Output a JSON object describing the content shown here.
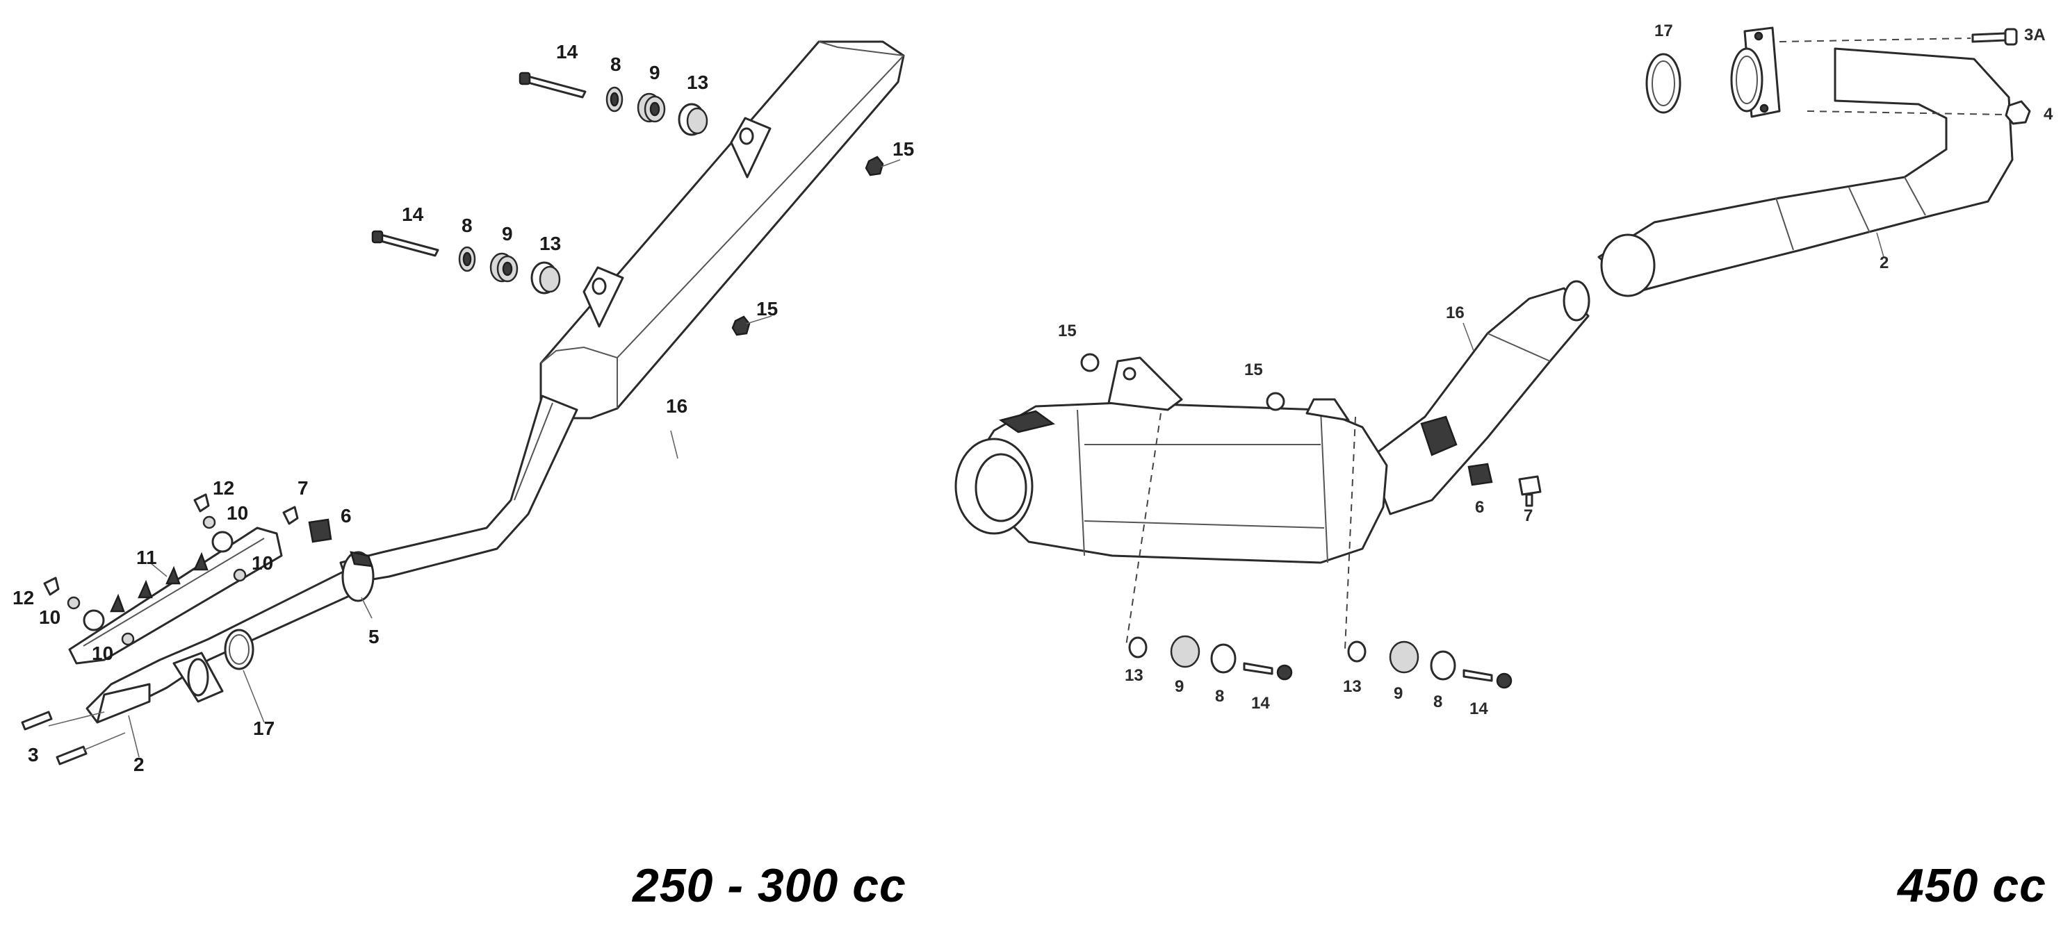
{
  "labels": {
    "left_model": "250 - 300 cc",
    "right_model": "450 cc"
  },
  "left_callouts": [
    {
      "id": "l14a",
      "text": "14"
    },
    {
      "id": "l8a",
      "text": "8"
    },
    {
      "id": "l9a",
      "text": "9"
    },
    {
      "id": "l13a",
      "text": "13"
    },
    {
      "id": "l15a",
      "text": "15"
    },
    {
      "id": "l14b",
      "text": "14"
    },
    {
      "id": "l8b",
      "text": "8"
    },
    {
      "id": "l9b",
      "text": "9"
    },
    {
      "id": "l13b",
      "text": "13"
    },
    {
      "id": "l15b",
      "text": "15"
    },
    {
      "id": "l16",
      "text": "16"
    },
    {
      "id": "l12a",
      "text": "12"
    },
    {
      "id": "l10a",
      "text": "10"
    },
    {
      "id": "l7",
      "text": "7"
    },
    {
      "id": "l6",
      "text": "6"
    },
    {
      "id": "l11",
      "text": "11"
    },
    {
      "id": "l10b",
      "text": "10"
    },
    {
      "id": "l12b",
      "text": "12"
    },
    {
      "id": "l10c",
      "text": "10"
    },
    {
      "id": "l10d",
      "text": "10"
    },
    {
      "id": "l5",
      "text": "5"
    },
    {
      "id": "l17",
      "text": "17"
    },
    {
      "id": "l3",
      "text": "3"
    },
    {
      "id": "l2",
      "text": "2"
    }
  ],
  "right_callouts": [
    {
      "id": "r17",
      "text": "17"
    },
    {
      "id": "r3a",
      "text": "3A"
    },
    {
      "id": "r4",
      "text": "4"
    },
    {
      "id": "r2",
      "text": "2"
    },
    {
      "id": "r16",
      "text": "16"
    },
    {
      "id": "r15a",
      "text": "15"
    },
    {
      "id": "r15b",
      "text": "15"
    },
    {
      "id": "r6",
      "text": "6"
    },
    {
      "id": "r7",
      "text": "7"
    },
    {
      "id": "r13a",
      "text": "13"
    },
    {
      "id": "r9a",
      "text": "9"
    },
    {
      "id": "r8a",
      "text": "8"
    },
    {
      "id": "r14a",
      "text": "14"
    },
    {
      "id": "r13b",
      "text": "13"
    },
    {
      "id": "r9b",
      "text": "9"
    },
    {
      "id": "r8b",
      "text": "8"
    },
    {
      "id": "r14b",
      "text": "14"
    }
  ]
}
